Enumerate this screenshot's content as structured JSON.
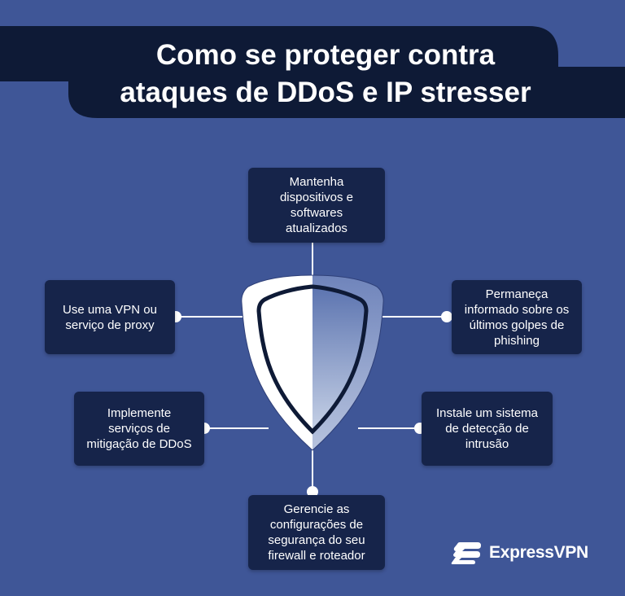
{
  "title": {
    "line1": "Como se proteger contra",
    "line2": "ataques de DDoS e IP stresser"
  },
  "nodes": {
    "top": "Mantenha dispositivos e softwares atualizados",
    "left_up": "Use uma VPN ou serviço de proxy",
    "right_up": "Permaneça informado sobre os últimos golpes de phishing",
    "left_down": "Implemente serviços de mitigação de DDoS",
    "right_down": "Instale um sistema de detecção de intrusão",
    "bottom": "Gerencie as configurações de segurança do seu firewall e roteador"
  },
  "brand": {
    "name": "ExpressVPN",
    "icon": "expressvpn-logo-icon"
  },
  "colors": {
    "background": "#3F5697",
    "banner": "#0E1A36",
    "node": "#16244A",
    "line": "#FFFFFF",
    "shield_left": "#FFFFFF",
    "shield_right": "#8FA3CF"
  }
}
